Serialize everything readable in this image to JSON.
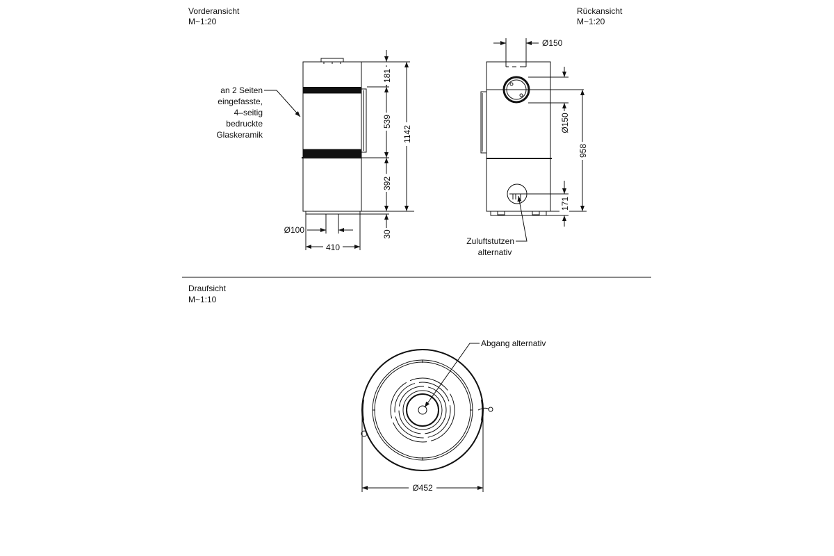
{
  "front_view": {
    "title": "Vorderansicht",
    "scale": "M~1:20",
    "glass_note": [
      "an 2 Seiten",
      "eingefasste,",
      "4–seitig",
      "bedruckte",
      "Glaskeramik"
    ],
    "dims": {
      "top": "181",
      "window": "539",
      "lower": "392",
      "total": "1142",
      "base": "30",
      "flue_diameter": "Ø100",
      "width": "410"
    }
  },
  "back_view": {
    "title": "Rückansicht",
    "scale": "M~1:20",
    "dims": {
      "flue_top": "Ø150",
      "flue_rear": "Ø150",
      "flue_height": "958",
      "air_inlet_height": "171"
    },
    "air_inlet_note": [
      "Zuluftstutzen",
      "alternativ"
    ]
  },
  "top_view": {
    "title": "Draufsicht",
    "scale": "M~1:10",
    "outlet_note": "Abgang  alternativ",
    "diameter": "Ø452"
  }
}
